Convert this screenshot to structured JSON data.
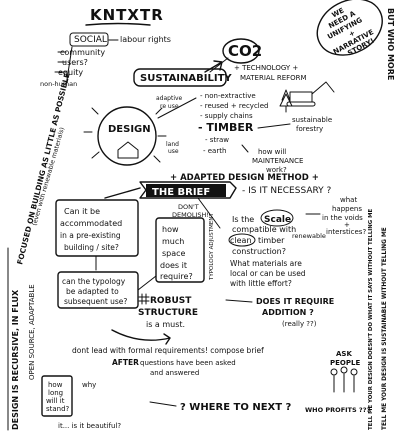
{
  "title": "KNTXTR",
  "top_left": {
    "social": "SOCIAL",
    "labour_rights": "labour rights",
    "community": "community",
    "users": "users?",
    "equity": "equity",
    "non_human": "non-human"
  },
  "co2": {
    "label": "CO2",
    "technology": "+ TECHNOLOGY +",
    "material_reform": "MATERIAL REFORM"
  },
  "unifying_story": [
    "WE",
    "NEED A",
    "UNIFYING",
    "+",
    "NARRATIVE",
    "STORY!"
  ],
  "but_who_more": "BUT WHO MORE",
  "sustainability": "SUSTAINABILITY",
  "adaptive_reuse": [
    "adaptive",
    "re use"
  ],
  "design": "DESIGN",
  "land_use": [
    "land",
    "use"
  ],
  "materials_list": [
    "- non-extractive",
    "- reused + recycled",
    "- supply chains",
    "- TIMBER",
    "- straw",
    "- earth"
  ],
  "sustainable_forestry": [
    "sustainable",
    "forestry"
  ],
  "maintenance": [
    "how will",
    "MAINTENANCE",
    "work?"
  ],
  "left_vertical_1": "FOCUSED ON BUILDING AS LITTLE AS POSSIBLE",
  "left_vertical_2": "(even with renewable materials)",
  "left_vertical_3": "DESIGN IS RECURSIVE, IN FLUX",
  "left_vertical_4": "OPEN SOURCE, ADAPTABLE",
  "brief": {
    "adapted": "+ ADAPTED DESIGN METHOD +",
    "title": "THE BRIEF",
    "necessary": "- IS IT NECESSARY ?",
    "dont_demolish": [
      "DON'T",
      "DEMOLISH!"
    ]
  },
  "existing_building": [
    "Can it be",
    "accommodated",
    "in a pre-existing",
    "building / site?"
  ],
  "typology": [
    "can the typology",
    "be adapted to",
    "subsequent use?"
  ],
  "space": [
    "how",
    "much",
    "space",
    "does it",
    "require?"
  ],
  "typology_adjustment": "TYPOLOGY ADJUSTMENT",
  "scale": {
    "is_the": "Is the",
    "scale": "Scale",
    "compatible": "compatible with",
    "clean": "clean",
    "timber": "timber",
    "construction": "construction?",
    "renewable": "renewable",
    "materials_q": [
      "What materials are",
      "local or can be used",
      "with little effort?"
    ]
  },
  "voids": [
    "what",
    "happens",
    "in the voids",
    "+",
    "interstices?"
  ],
  "robust": [
    "ROBUST",
    "STRUCTURE",
    "is a must."
  ],
  "addition": [
    "DOES IT REQUIRE",
    "ADDITION ?",
    "(really ??)"
  ],
  "formal": "dont lead with formal requirements! compose brief",
  "after": [
    "AFTER",
    "questions have been asked",
    "and answered"
  ],
  "ask_people": [
    "ASK",
    "PEOPLE"
  ],
  "how_long": [
    "how",
    "long",
    "will it",
    "stand?"
  ],
  "why": "why",
  "beautiful": "it... is it beautiful?",
  "where_next": "? WHERE TO NEXT ?",
  "who_profits": "WHO PROFITS ???",
  "right_vertical_1": "TELL ME YOUR DESIGN DOESN'T DO WHAT IT SAYS WITHOUT TELLING ME",
  "right_vertical_2": "TELL ME YOUR DESIGN IS SUSTAINABLE WITHOUT TELLING ME"
}
